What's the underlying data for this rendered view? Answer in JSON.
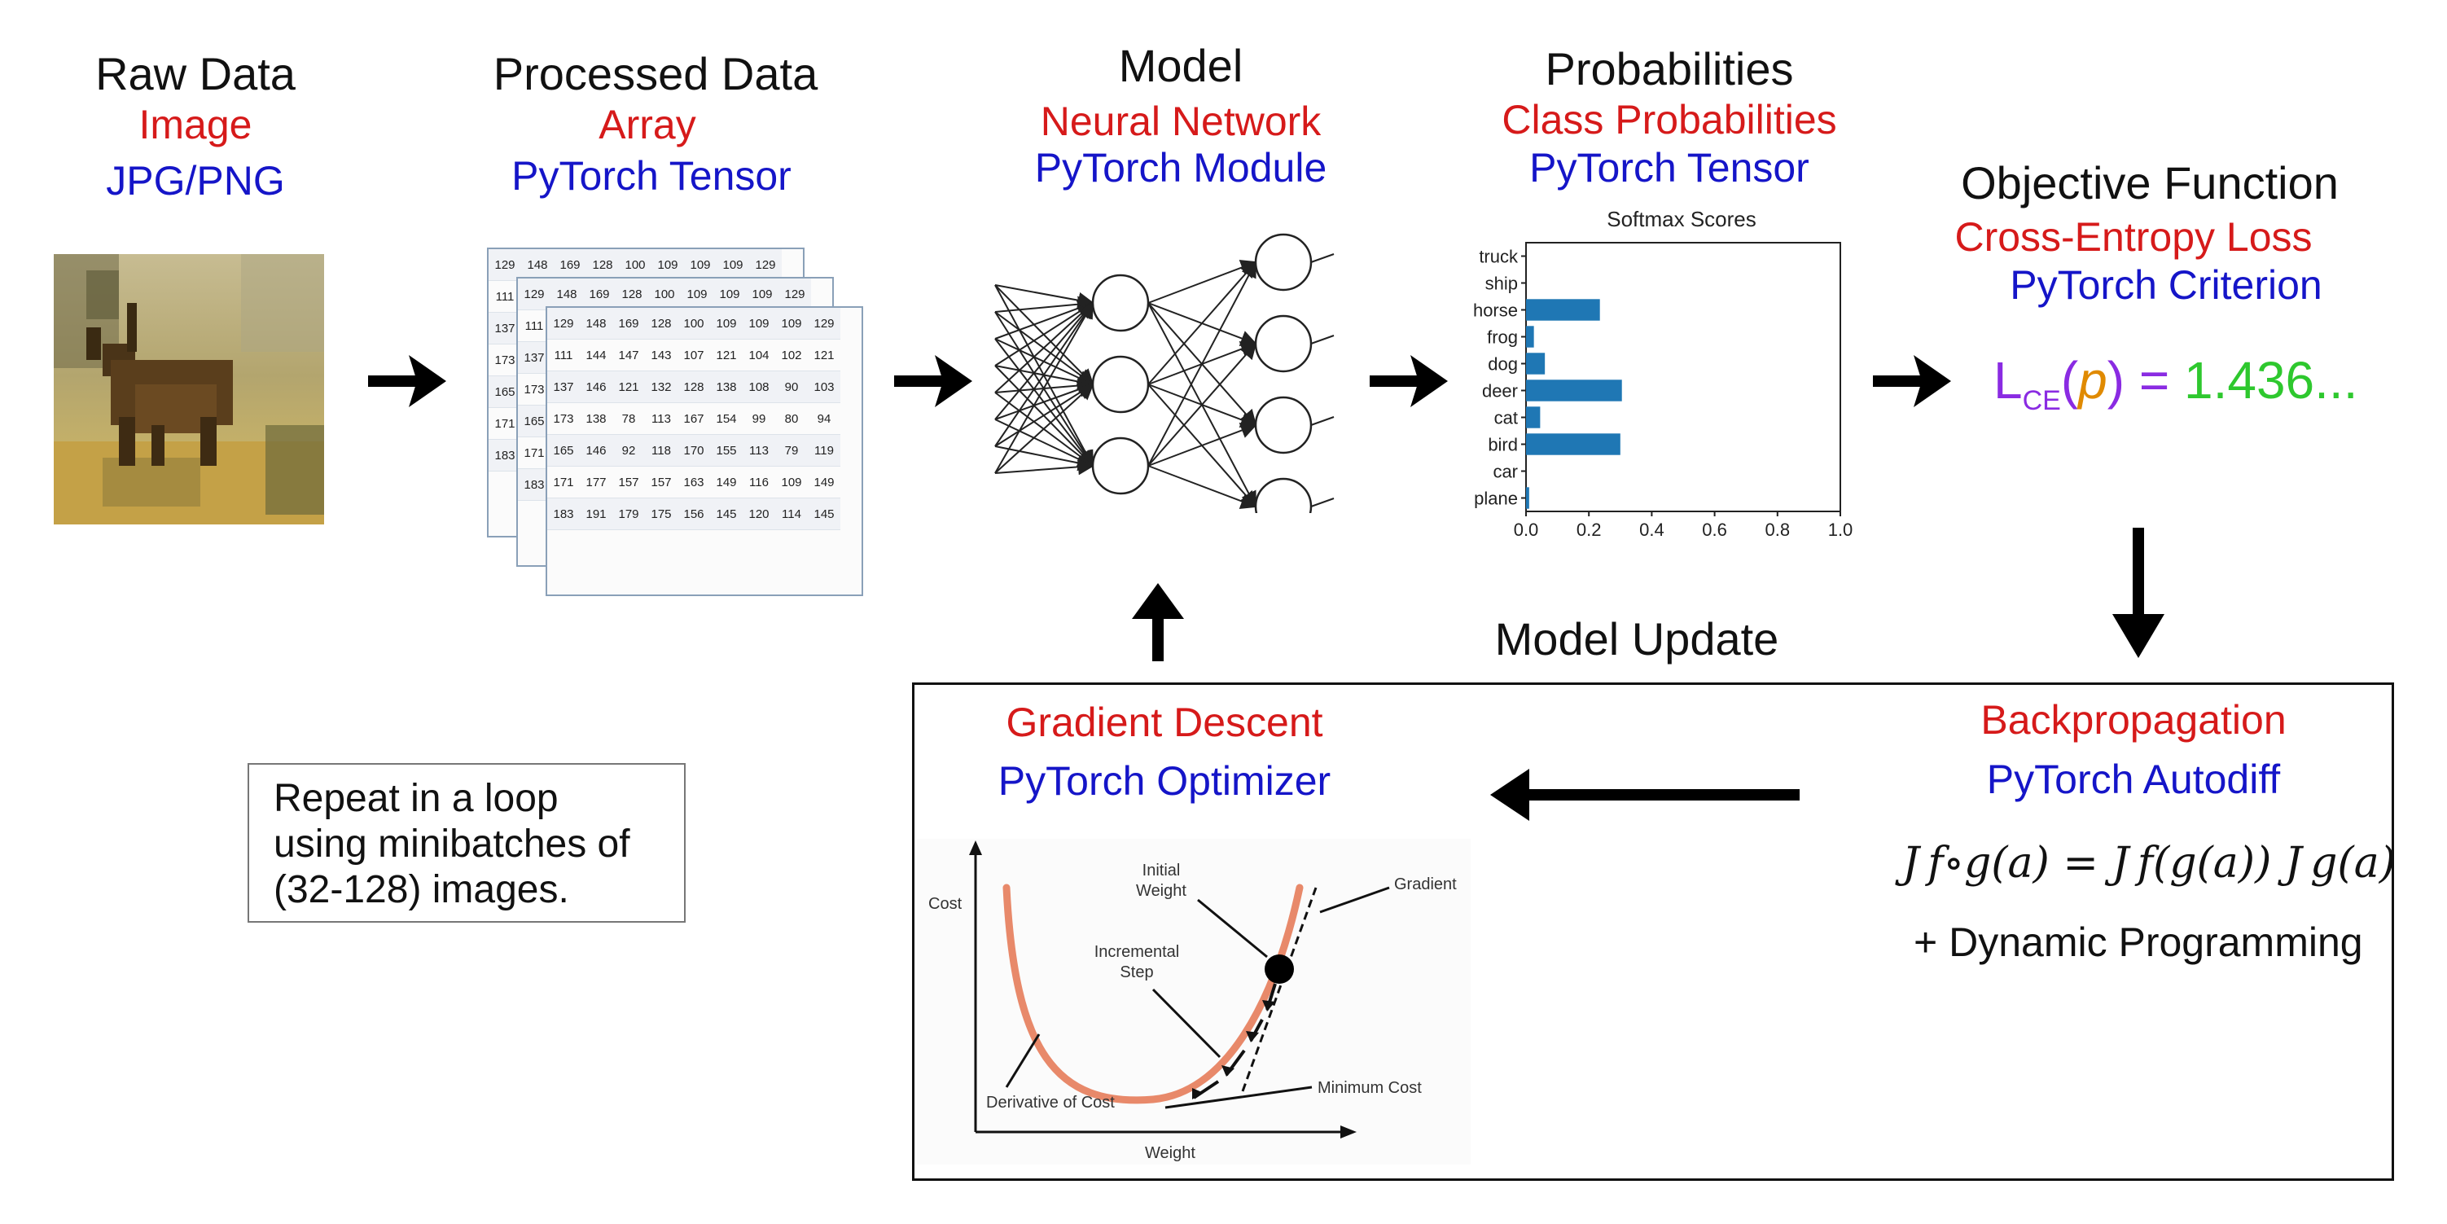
{
  "stages": {
    "raw": {
      "title": "Raw Data",
      "red": "Image",
      "blue": "JPG/PNG"
    },
    "processed": {
      "title": "Processed Data",
      "red": "Array",
      "blue": "PyTorch Tensor"
    },
    "model": {
      "title": "Model",
      "red": "Neural Network",
      "blue": "PyTorch Module"
    },
    "probabilities": {
      "title": "Probabilities",
      "red": "Class Probabilities",
      "blue": "PyTorch Tensor"
    },
    "objective": {
      "title": "Objective Function",
      "red": "Cross-Entropy Loss",
      "blue": "PyTorch Criterion"
    }
  },
  "loss": {
    "L": "L",
    "sub": "CE",
    "open": "(",
    "p": "p",
    "close": ")",
    "eq": " = ",
    "value": "1.436..."
  },
  "tensor_sheets": [
    [
      "129",
      "148",
      "169",
      "128",
      "100",
      "109",
      "109",
      "109",
      "129"
    ],
    [
      "111",
      "144",
      "147",
      "143",
      "107",
      "121",
      "104",
      "102",
      "121"
    ],
    [
      "137",
      "146",
      "121",
      "132",
      "128",
      "138",
      "108",
      "90",
      "103"
    ],
    [
      "173",
      "138",
      "78",
      "113",
      "167",
      "154",
      "99",
      "80",
      "94"
    ],
    [
      "165",
      "146",
      "92",
      "118",
      "170",
      "155",
      "113",
      "79",
      "119"
    ],
    [
      "171",
      "177",
      "157",
      "157",
      "163",
      "149",
      "116",
      "109",
      "149"
    ],
    [
      "183",
      "191",
      "179",
      "175",
      "156",
      "145",
      "120",
      "114",
      "145"
    ]
  ],
  "chart_data": {
    "type": "bar",
    "title": "Softmax Scores",
    "categories": [
      "truck",
      "ship",
      "horse",
      "frog",
      "dog",
      "deer",
      "cat",
      "bird",
      "car",
      "plane"
    ],
    "values": [
      0.0,
      0.0,
      0.235,
      0.025,
      0.06,
      0.305,
      0.045,
      0.3,
      0.0,
      0.01
    ],
    "xlim": [
      0,
      1.0
    ],
    "xticks": [
      "0.0",
      "0.2",
      "0.4",
      "0.6",
      "0.8",
      "1.0"
    ],
    "orientation": "horizontal",
    "color": "#1f77b4"
  },
  "update": {
    "label": "Model Update"
  },
  "gradient": {
    "red": "Gradient Descent",
    "blue": "PyTorch Optimizer",
    "plot": {
      "cost": "Cost",
      "weight": "Weight",
      "initial1": "Initial",
      "initial2": "Weight",
      "gradient": "Gradient",
      "step1": "Incremental",
      "step2": "Step",
      "derivative": "Derivative of Cost",
      "minimum": "Minimum Cost"
    }
  },
  "backprop": {
    "red": "Backpropagation",
    "blue": "PyTorch Autodiff",
    "formula": "J f∘g(a) = J f(g(a)) J g(a)",
    "dp": "+ Dynamic Programming"
  },
  "loop": {
    "line1": "Repeat in a loop",
    "line2": "using minibatches of",
    "line3": "(32-128) images."
  },
  "colors": {
    "red": "#d61a1a",
    "blue": "#1515c8",
    "purple": "#8a2be2",
    "orange": "#e08a00",
    "green": "#2ec82e",
    "bar": "#1f77b4",
    "curve": "#e8896a"
  }
}
